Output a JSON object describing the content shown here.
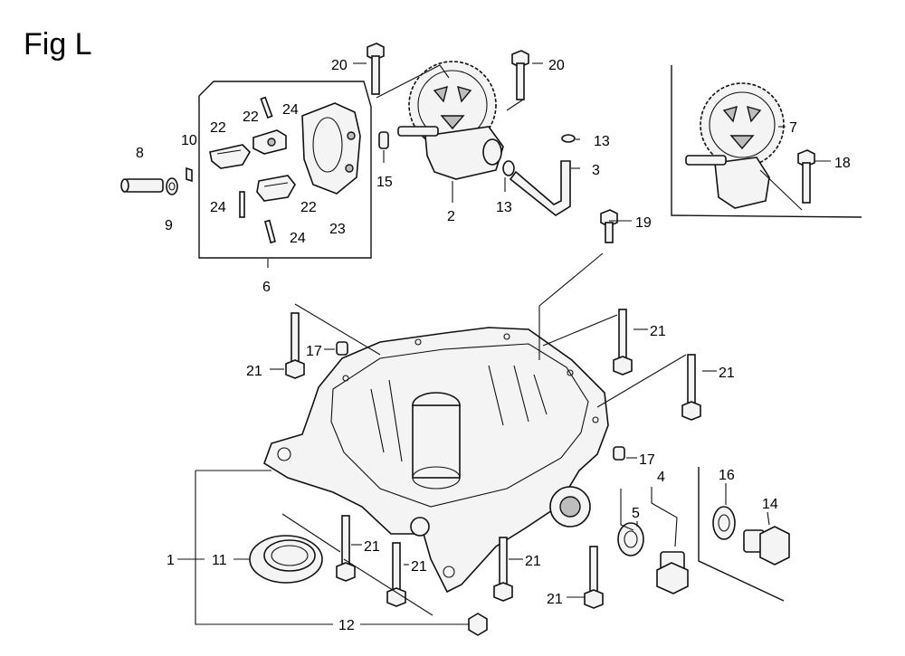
{
  "figure": {
    "title": "Fig L",
    "callouts": {
      "c20a": "20",
      "c20b": "20",
      "c24a": "24",
      "c22a": "22",
      "c22b": "22",
      "c10": "10",
      "c8": "8",
      "c9": "9",
      "c24b": "24",
      "c22c": "22",
      "c23": "23",
      "c24c": "24",
      "c6": "6",
      "c15": "15",
      "c2": "2",
      "c13a": "13",
      "c13b": "13",
      "c3": "3",
      "c7": "7",
      "c18": "18",
      "c19": "19",
      "c21a": "21",
      "c17a": "17",
      "c21b": "21",
      "c21c": "21",
      "c17b": "17",
      "c4": "4",
      "c16": "16",
      "c14": "14",
      "c5": "5",
      "c1": "1",
      "c11": "11",
      "c21d": "21",
      "c21e": "21",
      "c21f": "21",
      "c21g": "21",
      "c12": "12"
    }
  }
}
